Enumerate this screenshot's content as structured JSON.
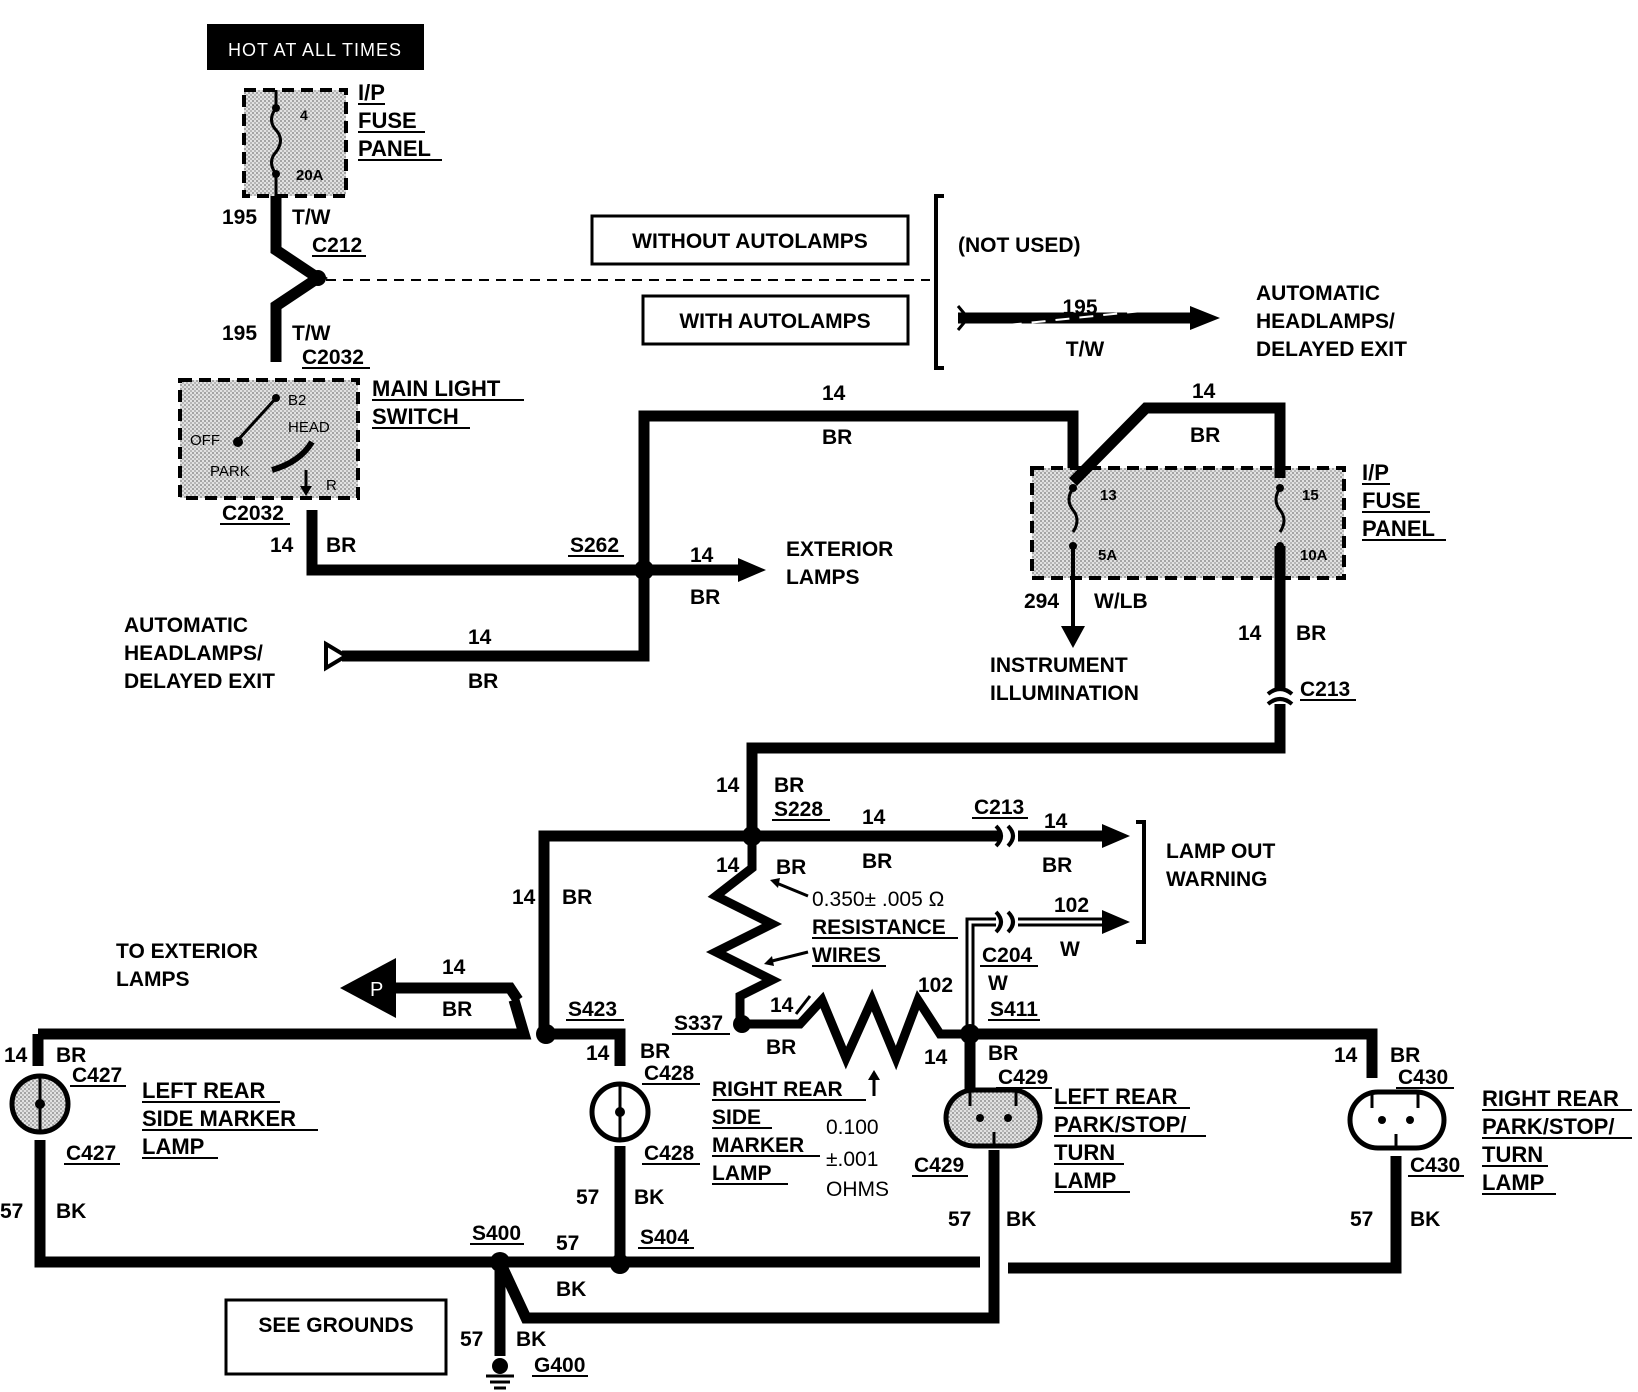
{
  "header": {
    "hot": "HOT AT ALL TIMES"
  },
  "fuse_top": {
    "title": [
      "I/P",
      "FUSE",
      "PANEL"
    ],
    "number": "4",
    "rating": "20A"
  },
  "wire_195": {
    "gauge": "195",
    "color": "T/W"
  },
  "conn": {
    "c212": "C212",
    "c2032": "C2032",
    "c213": "C213",
    "c204": "C204",
    "c427": "C427",
    "c428": "C428",
    "c429": "C429",
    "c430": "C430"
  },
  "options": {
    "without": "WITHOUT AUTOLAMPS",
    "with": "WITH AUTOLAMPS",
    "not_used": "(NOT USED)"
  },
  "auto_headlamps": [
    "AUTOMATIC",
    "HEADLAMPS/",
    "DELAYED EXIT"
  ],
  "switch": {
    "title": [
      "MAIN LIGHT",
      "SWITCH"
    ],
    "b2": "B2",
    "head": "HEAD",
    "off": "OFF",
    "park": "PARK",
    "r": "R"
  },
  "wire_14": {
    "gauge": "14",
    "color": "BR"
  },
  "splices": {
    "s262": "S262",
    "s228": "S228",
    "s423": "S423",
    "s337": "S337",
    "s411": "S411",
    "s400": "S400",
    "s404": "S404"
  },
  "exterior": [
    "EXTERIOR",
    "LAMPS"
  ],
  "fuse_right": {
    "title": [
      "I/P",
      "FUSE",
      "PANEL"
    ],
    "n13": "13",
    "n15": "15",
    "r5": "5A",
    "r10": "10A"
  },
  "wire_294": {
    "gauge": "294",
    "color": "W/LB"
  },
  "instrument": [
    "INSTRUMENT",
    "ILLUMINATION"
  ],
  "lamp_out": [
    "LAMP OUT",
    "WARNING"
  ],
  "wire_102": {
    "gauge": "102",
    "color": "W"
  },
  "resistance": {
    "value": "0.350± .005 Ω",
    "label": [
      "RESISTANCE",
      "WIRES"
    ]
  },
  "to_exterior": [
    "TO EXTERIOR",
    "LAMPS"
  ],
  "p_tag": "P",
  "lamps": {
    "left_side": [
      "LEFT REAR",
      "SIDE MARKER",
      "LAMP"
    ],
    "right_side": [
      "RIGHT REAR",
      "SIDE",
      "MARKER",
      "LAMP"
    ],
    "left_park": [
      "LEFT REAR",
      "PARK/STOP/",
      "TURN",
      "LAMP"
    ],
    "right_park": [
      "RIGHT REAR",
      "PARK/STOP/",
      "TURN",
      "LAMP"
    ]
  },
  "ohms_small": [
    "0.100",
    "±.001",
    "OHMS"
  ],
  "wire_57": {
    "gauge": "57",
    "color": "BK"
  },
  "grounds": "SEE GROUNDS",
  "g400": "G400"
}
